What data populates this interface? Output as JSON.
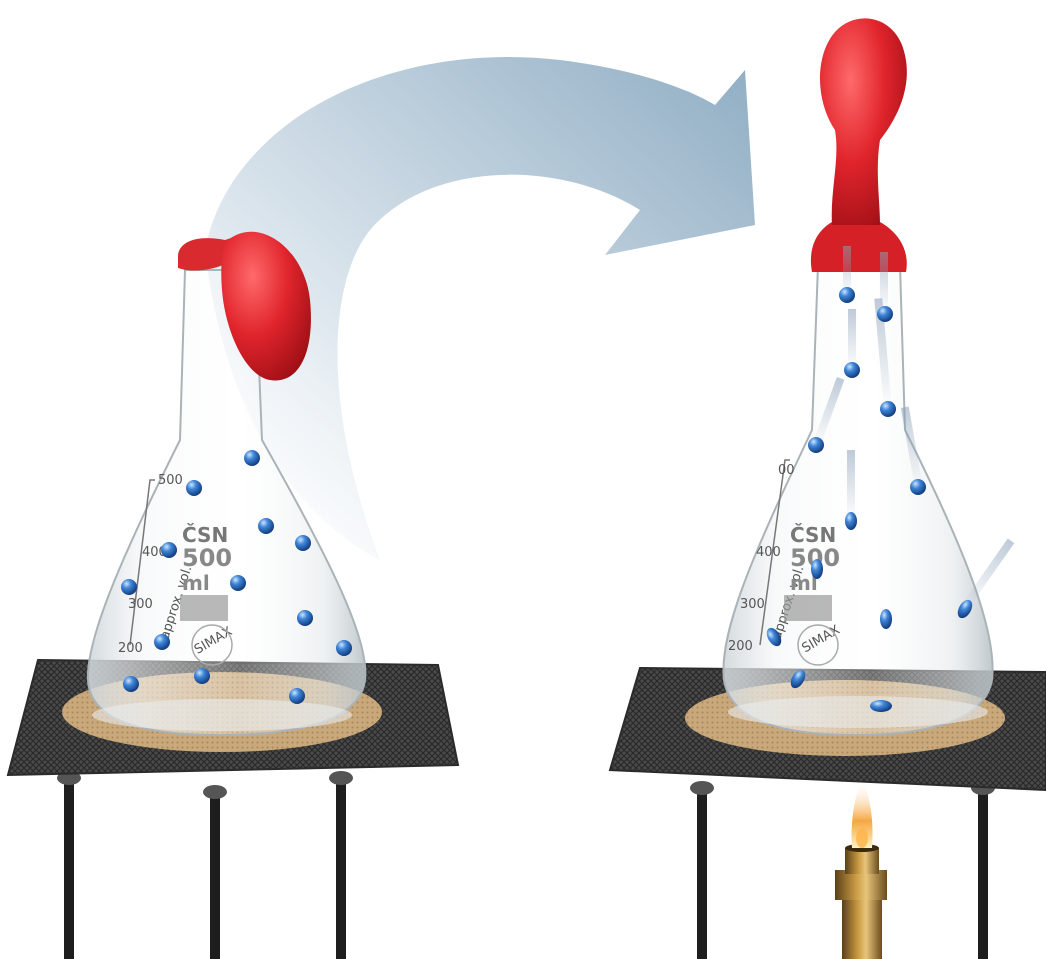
{
  "left_flask": {
    "brand": "ČSN",
    "volume": "500",
    "unit": "ml",
    "approx_text": "approx. vol.",
    "graduations": [
      "500",
      "400",
      "300",
      "200"
    ],
    "maker_stamp": "SIMAX",
    "balloon_state": "deflated"
  },
  "right_flask": {
    "brand": "ČSN",
    "volume": "500",
    "unit": "ml",
    "approx_text": "approx. vol.",
    "graduations": [
      "00",
      "400",
      "300",
      "200"
    ],
    "maker_stamp": "SIMAX",
    "balloon_state": "inflated",
    "burner": "lit"
  },
  "colors": {
    "balloon": "#d9232b",
    "particle": "#2a6fc4",
    "arrow": "#9fb8cc",
    "gauze": "#3c3c3c",
    "ceramic": "#c9a97c",
    "flame": "#f2a23a"
  }
}
